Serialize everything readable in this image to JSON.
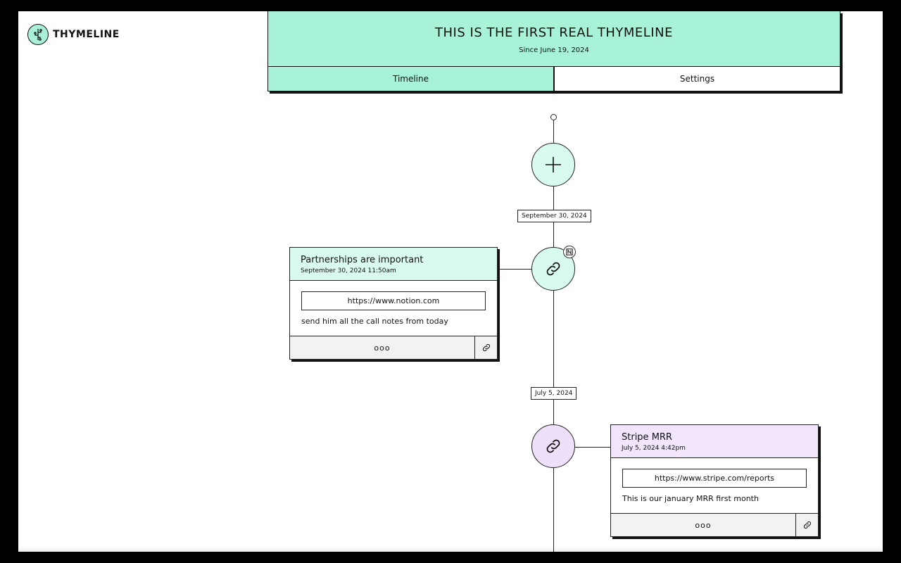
{
  "brand": {
    "name": "THYMELINE"
  },
  "header": {
    "title": "THIS IS THE FIRST REAL THYMELINE",
    "subtitle": "Since June 19, 2024"
  },
  "tabs": [
    {
      "label": "Timeline",
      "active": true
    },
    {
      "label": "Settings",
      "active": false
    }
  ],
  "timeline": {
    "add_icon": "plus-icon",
    "dates": [
      "September 30, 2024",
      "July 5, 2024"
    ],
    "entries": [
      {
        "title": "Partnerships are important",
        "datetime": "September 30, 2024 11:50am",
        "url": "https://www.notion.com",
        "note": "send him all the call notes from today",
        "more": "ooo",
        "icon": "link-icon",
        "source_badge": "notion-icon",
        "color": "#d9fbef"
      },
      {
        "title": "Stripe MRR",
        "datetime": "July 5, 2024 4:42pm",
        "url": "https://www.stripe.com/reports",
        "note": "This is our january MRR first month",
        "more": "ooo",
        "icon": "link-icon",
        "color": "#f1e6fc"
      }
    ]
  },
  "colors": {
    "accent": "#a8f2d8",
    "mint_light": "#d9fbef",
    "lilac_light": "#f1e6fc"
  }
}
